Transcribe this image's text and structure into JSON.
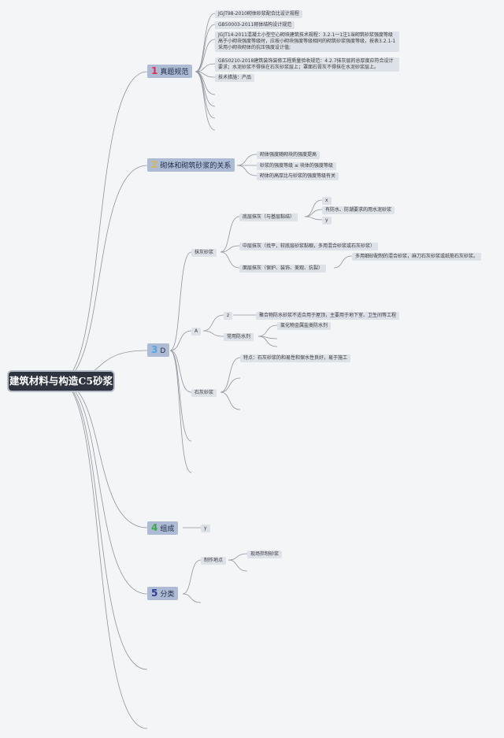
{
  "root": {
    "title": "建筑材料与构造C5砂浆"
  },
  "branches": [
    {
      "num": "1",
      "num_color": "#e02f4f",
      "label": "真题规范",
      "children": [
        "JGJT98-2010砌体砂浆配合比设计规程",
        "GB50003-2011砌体结构设计规范",
        "JGJT14-2011混凝土小型空心砌块建筑技术规程：3.2.1一1注1当砌筑砂浆强度等级高于小砌块强度等级时，应按小砌块强度等级相同的砌筑砂浆强度等级，按表3.2.1-1采用小砌块砌体的抗压强度设计值;",
        "GB50210-2018建筑装饰装修工程质量验收规范：4.2.7抹灰层的总厚度应符合设计要求；水泥砂浆不得抹在石灰砂浆层上；罩面石膏灰不得抹在水泥砂浆层上。",
        "技术措施：产品"
      ]
    },
    {
      "num": "2",
      "num_color": "#d8b84a",
      "label": "砌体和砌筑砂浆的关系",
      "children": [
        "砌体强度随砌块的强度提高",
        "砂浆的强度等级 ≤ 块体的强度等级",
        "砌体的高厚比与砂浆的强度等级有关"
      ]
    },
    {
      "num": "3",
      "num_color": "#48a8e8",
      "label": "D",
      "plaster": {
        "label": "抹灰砂浆",
        "base": {
          "label": "底层抹灰（与基层黏结）",
          "items": [
            "x",
            "有防水、防潮要求的用水泥砂浆",
            "y"
          ]
        },
        "middle": "中层抹灰（找平，较底层砂浆黏稠，多用混合砂浆或石灰砂浆）",
        "face": {
          "label": "面层抹灰（保护、装饰、美观、抗裂）",
          "item": "多用细砂配制的混合砂浆，麻刀石灰砂浆或纸筋石灰砂浆。"
        }
      },
      "A": {
        "label": "A",
        "z": "z",
        "z_item": "聚合物防水砂浆不适合用于屋顶，主要用于地下室、卫生间等工程",
        "waterproof": "常用防水剂",
        "waterproof_item": "氯化物金属盐类防水剂"
      },
      "lime": {
        "label": "石灰砂浆",
        "item": "特点：石灰砂浆的和易性和保水性良好，易于施工"
      }
    },
    {
      "num": "4",
      "num_color": "#3aa84a",
      "label": "组成",
      "child": "y"
    },
    {
      "num": "5",
      "num_color": "#2e3a94",
      "label": "分类",
      "place": "制作地点",
      "place_item": "现场拌制砂浆"
    }
  ],
  "colors": {
    "line": "#8f949c",
    "node_bg": "#dde1e8",
    "main_bg": "#aebbd4",
    "root_bg": "#2f3540"
  }
}
